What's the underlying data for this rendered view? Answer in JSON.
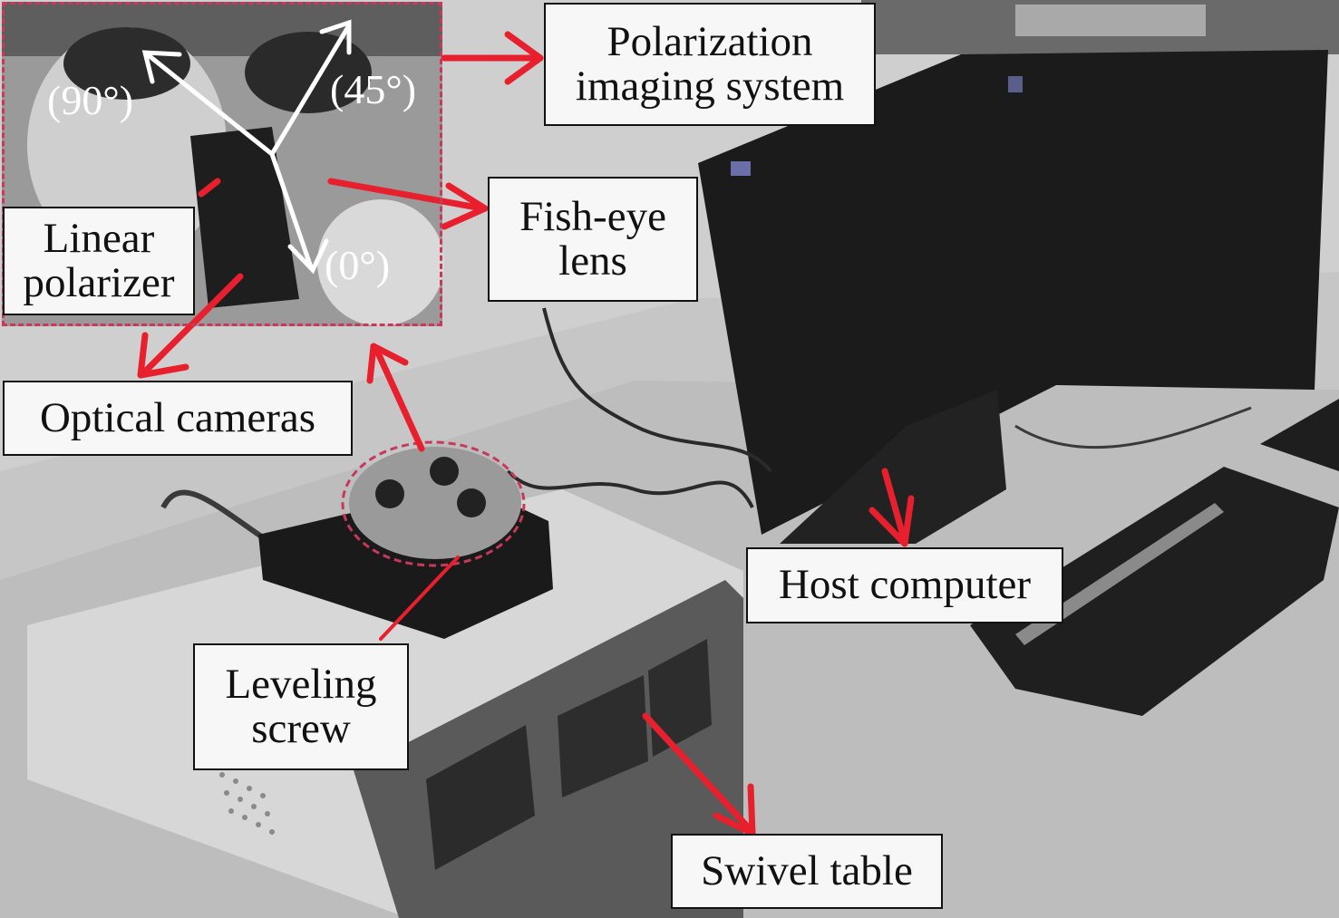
{
  "figure": {
    "description": "Polarization imaging experimental setup",
    "labels": {
      "polarization_system": [
        "Polarization",
        "imaging system"
      ],
      "fisheye_lens": [
        "Fish-eye",
        "lens"
      ],
      "linear_polarizer": [
        "Linear",
        "polarizer"
      ],
      "optical_cameras": "Optical cameras",
      "host_computer": "Host computer",
      "leveling_screw": [
        "Leveling",
        "screw"
      ],
      "swivel_table": "Swivel table"
    },
    "polarizer_angles": {
      "a90": "(90°)",
      "a45": "(45°)",
      "a0": "(0°)"
    },
    "colors": {
      "arrow": "#e8202e",
      "highlight_dashed": "#c8385a",
      "angle_axes": "#ffffff",
      "label_bg": "#f7f7f7",
      "label_border": "#111111"
    }
  }
}
